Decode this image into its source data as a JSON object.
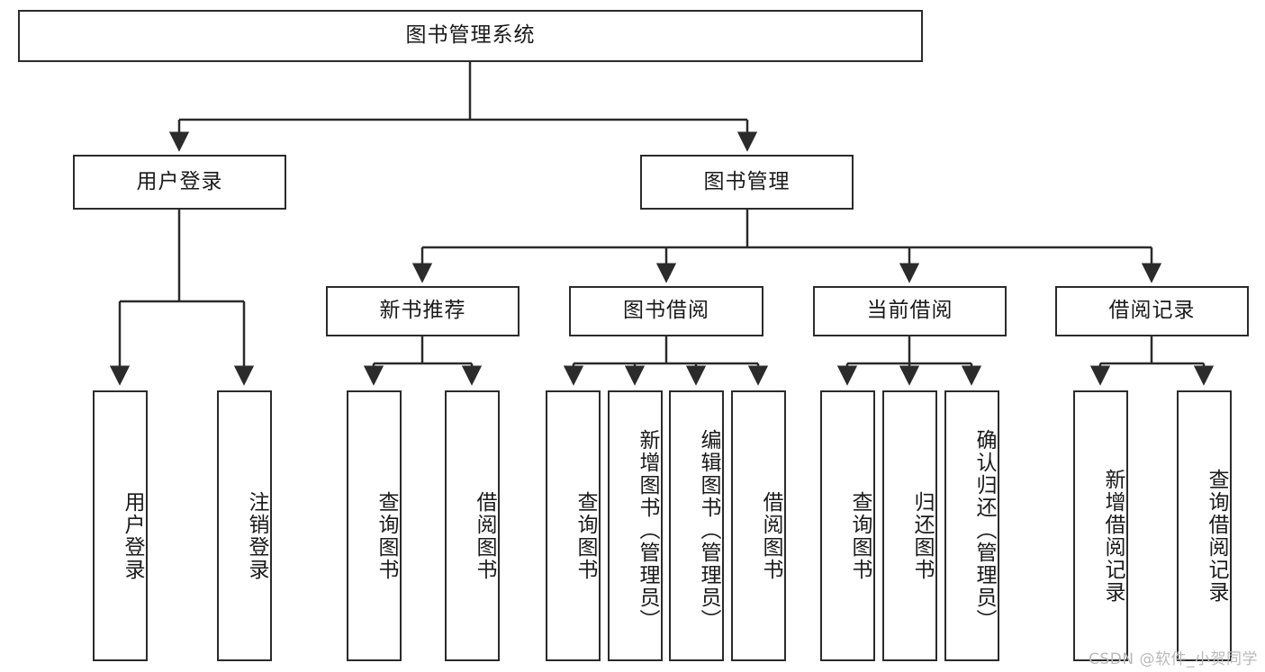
{
  "diagram": {
    "type": "tree-flowchart",
    "title_node": {
      "label": "图书管理系统"
    },
    "level2": [
      {
        "id": "user-login",
        "label": "用户登录"
      },
      {
        "id": "book-manage",
        "label": "图书管理"
      }
    ],
    "level3": [
      {
        "id": "new-book-recommend",
        "label": "新书推荐"
      },
      {
        "id": "book-borrow",
        "label": "图书借阅"
      },
      {
        "id": "current-borrow",
        "label": "当前借阅"
      },
      {
        "id": "borrow-record",
        "label": "借阅记录"
      }
    ],
    "leaves": [
      {
        "id": "leaf-user-login",
        "label": "用户登录",
        "parent": "user-login"
      },
      {
        "id": "leaf-logout",
        "label": "注销登录",
        "parent": "user-login"
      },
      {
        "id": "leaf-query-book-1",
        "label": "查询图书",
        "parent": "new-book-recommend"
      },
      {
        "id": "leaf-borrow-book-1",
        "label": "借阅图书",
        "parent": "new-book-recommend"
      },
      {
        "id": "leaf-query-book-2",
        "label": "查询图书",
        "parent": "book-borrow"
      },
      {
        "id": "leaf-add-book",
        "label": "新增图书（管理员）",
        "parent": "book-borrow"
      },
      {
        "id": "leaf-edit-book",
        "label": "编辑图书（管理员）",
        "parent": "book-borrow"
      },
      {
        "id": "leaf-borrow-book-2",
        "label": "借阅图书",
        "parent": "book-borrow"
      },
      {
        "id": "leaf-query-book-3",
        "label": "查询图书",
        "parent": "current-borrow"
      },
      {
        "id": "leaf-return-book",
        "label": "归还图书",
        "parent": "current-borrow"
      },
      {
        "id": "leaf-confirm-return",
        "label": "确认归还（管理员）",
        "parent": "current-borrow"
      },
      {
        "id": "leaf-add-record",
        "label": "新增借阅记录",
        "parent": "borrow-record"
      },
      {
        "id": "leaf-query-record",
        "label": "查询借阅记录",
        "parent": "borrow-record"
      }
    ],
    "colors": {
      "stroke": "#2b2b2b",
      "fill": "#ffffff",
      "text": "#1a1a1a",
      "watermark": "#b9b9b9"
    }
  },
  "watermark": {
    "text": "CSDN @软件_小贺同学"
  }
}
